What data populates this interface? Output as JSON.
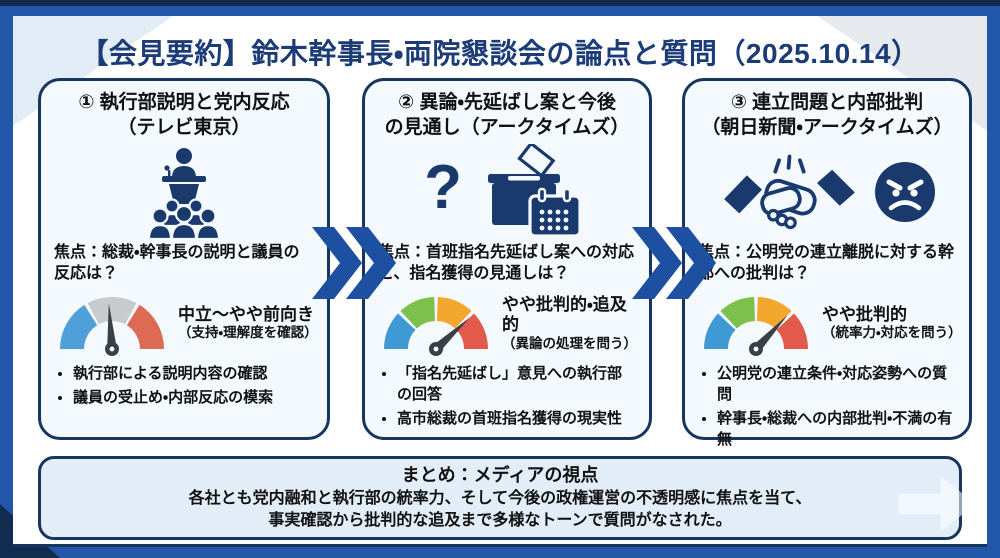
{
  "header": {
    "title": "【会見要約】鈴木幹事長・両院懇談会の論点と質問（2025.10.14）"
  },
  "colors": {
    "frame_blue": "#2156a8",
    "navy": "#16355f",
    "icon_navy": "#1a3a6e",
    "title_navy": "#1c3c78",
    "card_fill": "#f4f9fd",
    "summary_fill": "#e2edf8",
    "chevron_blue": "#1d50a0"
  },
  "cards": [
    {
      "title_line1": "① 執行部説明と党内反応",
      "title_line2": "（テレビ東京）",
      "icon": "podium-audience",
      "focus": "焦点：総裁・幹事長の説明と議員の反応は？",
      "gauge": {
        "type": "meter",
        "segments": [
          "#4f9fd8",
          "#c7cbce",
          "#dd6a55"
        ],
        "needle_deg": -4,
        "label": "中立〜やや前向き",
        "sublabel": "（支持・理解度を確認）"
      },
      "bullets": [
        "執行部による説明内容の確認",
        "議員の受止め・内部反応の模索"
      ]
    },
    {
      "title_line1": "② 異論・先延ばし案と今後",
      "title_line2": "の見通し（アークタイムズ）",
      "icon": "question-ballot-calendar",
      "focus": "焦点：首班指名先延ばし案への対応と、指名獲得の見通しは？",
      "gauge": {
        "type": "meter",
        "segments": [
          "#3f9ad4",
          "#7cc14b",
          "#f3a72c",
          "#e25a49"
        ],
        "needle_deg": 47,
        "label": "やや批判的・追及的",
        "sublabel": "（異論の処理を問う）"
      },
      "bullets": [
        "「指名先延ばし」意見への執行部の回答",
        "高市総裁の首班指名獲得の現実性"
      ]
    },
    {
      "title_line1": "③ 連立問題と内部批判",
      "title_line2": "（朝日新聞・アークタイムズ）",
      "icon": "handshake-angry-face",
      "focus": "焦点：公明党の連立離脱に対する幹部への批判は？",
      "gauge": {
        "type": "meter",
        "segments": [
          "#3f9ad4",
          "#7cc14b",
          "#f3a72c",
          "#e25a49"
        ],
        "needle_deg": 43,
        "label": "やや批判的",
        "sublabel": "（統率力・対応を問う）"
      },
      "bullets": [
        "公明党の連立条件・対応姿勢への質問",
        "幹事長・総裁への内部批判・不満の有無"
      ]
    }
  ],
  "summary": {
    "title": "まとめ：メディアの視点",
    "line1": "各社とも党内融和と執行部の統率力、そして今後の政権運営の不透明感に焦点を当て、",
    "line2": "事実確認から批判的な追及まで多様なトーンで質問がなされた。"
  }
}
